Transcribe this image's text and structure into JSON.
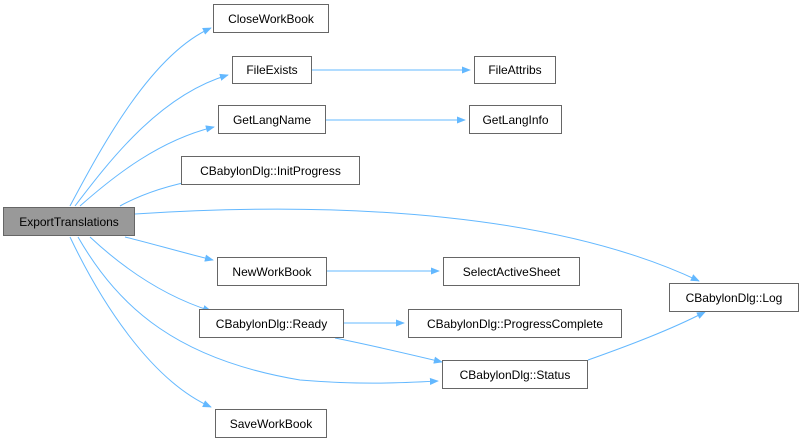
{
  "diagram": {
    "edge_color": "#63b8ff",
    "root_fill": "#999999",
    "nodes": {
      "root": "ExportTranslations",
      "close_workbook": "CloseWorkBook",
      "file_exists": "FileExists",
      "file_attribs": "FileAttribs",
      "get_lang_name": "GetLangName",
      "get_lang_info": "GetLangInfo",
      "init_progress": "CBabylonDlg::InitProgress",
      "new_workbook": "NewWorkBook",
      "select_active_sheet": "SelectActiveSheet",
      "log": "CBabylonDlg::Log",
      "ready": "CBabylonDlg::Ready",
      "progress_complete": "CBabylonDlg::ProgressComplete",
      "status": "CBabylonDlg::Status",
      "save_workbook": "SaveWorkBook"
    },
    "edges": [
      [
        "root",
        "close_workbook"
      ],
      [
        "root",
        "file_exists"
      ],
      [
        "root",
        "get_lang_name"
      ],
      [
        "root",
        "init_progress"
      ],
      [
        "root",
        "log"
      ],
      [
        "root",
        "new_workbook"
      ],
      [
        "root",
        "ready"
      ],
      [
        "root",
        "status"
      ],
      [
        "root",
        "save_workbook"
      ],
      [
        "file_exists",
        "file_attribs"
      ],
      [
        "get_lang_name",
        "get_lang_info"
      ],
      [
        "new_workbook",
        "select_active_sheet"
      ],
      [
        "ready",
        "progress_complete"
      ],
      [
        "ready",
        "status"
      ],
      [
        "status",
        "log"
      ]
    ]
  }
}
